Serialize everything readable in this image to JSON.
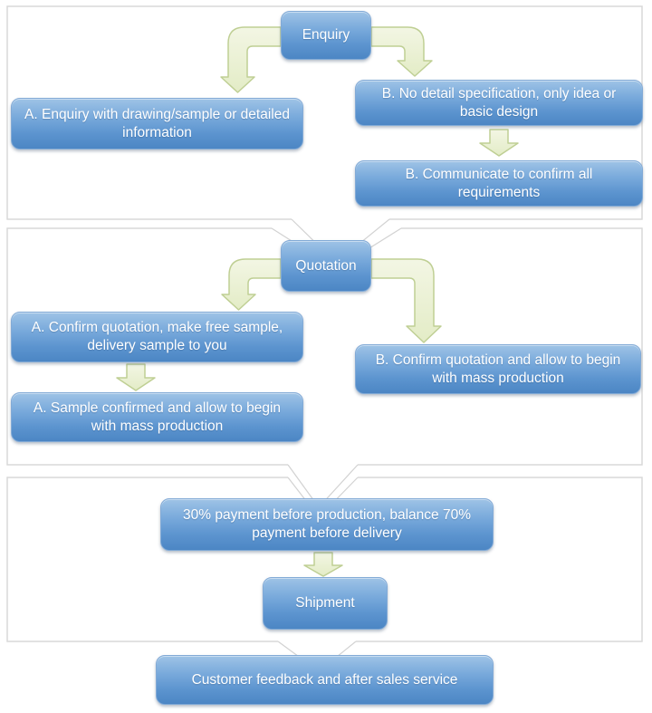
{
  "page": {
    "title": "Order process flowchart",
    "background": "#ffffff"
  },
  "colors": {
    "node_fill_top": "#9ec3e6",
    "node_fill_bottom": "#4c86c4",
    "node_border": "#82aad6",
    "node_text": "#ffffff",
    "arrow_fill_top": "#f3f6e4",
    "arrow_fill_bottom": "#e3ecc6",
    "arrow_border": "#bfcf94",
    "section_border": "#d9d9d9",
    "connector_line": "#d2d2d2"
  },
  "nodes": {
    "enquiry": {
      "label": "Enquiry"
    },
    "enquiry_a": {
      "label": "A. Enquiry with drawing/sample or detailed information"
    },
    "enquiry_b": {
      "label": "B. No detail specification, only idea or  basic design"
    },
    "communicate": {
      "label": "B. Communicate to confirm all requirements"
    },
    "quotation": {
      "label": "Quotation"
    },
    "sample": {
      "label": "A. Confirm quotation, make free sample, delivery sample to you"
    },
    "sample_confirmed": {
      "label": "A. Sample confirmed and allow to begin with mass production"
    },
    "mass_production": {
      "label": "B. Confirm quotation and allow to begin with mass production"
    },
    "payment": {
      "label": "30% payment before production, balance 70% payment before delivery"
    },
    "shipment": {
      "label": "Shipment"
    },
    "feedback": {
      "label": "Customer feedback and after sales service"
    }
  },
  "edges": [
    {
      "from": "enquiry",
      "to": "enquiry_a",
      "style": "elbow-arrow"
    },
    {
      "from": "enquiry",
      "to": "enquiry_b",
      "style": "elbow-arrow"
    },
    {
      "from": "enquiry_b",
      "to": "communicate",
      "style": "down-arrow"
    },
    {
      "from": "section-1",
      "to": "quotation",
      "style": "funnel-lines"
    },
    {
      "from": "quotation",
      "to": "sample",
      "style": "elbow-arrow"
    },
    {
      "from": "quotation",
      "to": "mass_production",
      "style": "elbow-arrow"
    },
    {
      "from": "sample",
      "to": "sample_confirmed",
      "style": "down-arrow"
    },
    {
      "from": "section-2",
      "to": "payment",
      "style": "funnel-lines"
    },
    {
      "from": "payment",
      "to": "shipment",
      "style": "down-arrow"
    },
    {
      "from": "section-3",
      "to": "feedback",
      "style": "funnel-lines"
    }
  ]
}
